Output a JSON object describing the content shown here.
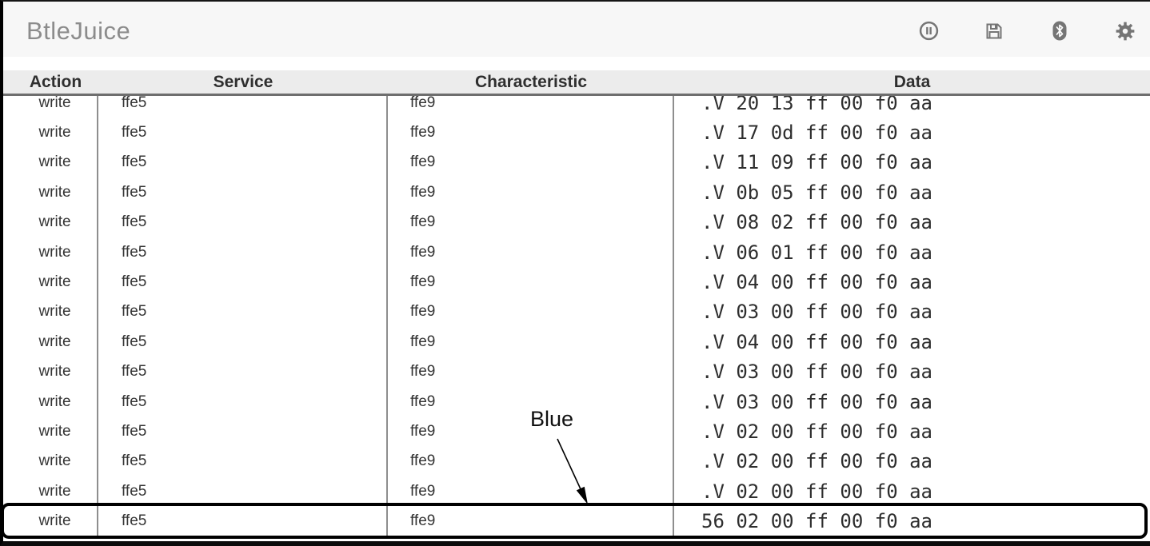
{
  "app": {
    "title": "BtleJuice"
  },
  "toolbar": {
    "icons": [
      {
        "name": "pause-circle-icon"
      },
      {
        "name": "save-icon"
      },
      {
        "name": "bluetooth-icon"
      },
      {
        "name": "settings-icon"
      }
    ]
  },
  "table": {
    "columns": [
      "Action",
      "Service",
      "Characteristic",
      "Data"
    ],
    "rows": [
      {
        "action": "write",
        "service": "ffe5",
        "characteristic": "ffe9",
        "data": ".V 20 13 ff 00 f0 aa",
        "highlighted": false
      },
      {
        "action": "write",
        "service": "ffe5",
        "characteristic": "ffe9",
        "data": ".V 17 0d ff 00 f0 aa",
        "highlighted": false
      },
      {
        "action": "write",
        "service": "ffe5",
        "characteristic": "ffe9",
        "data": ".V 11 09 ff 00 f0 aa",
        "highlighted": false
      },
      {
        "action": "write",
        "service": "ffe5",
        "characteristic": "ffe9",
        "data": ".V 0b 05 ff 00 f0 aa",
        "highlighted": false
      },
      {
        "action": "write",
        "service": "ffe5",
        "characteristic": "ffe9",
        "data": ".V 08 02 ff 00 f0 aa",
        "highlighted": false
      },
      {
        "action": "write",
        "service": "ffe5",
        "characteristic": "ffe9",
        "data": ".V 06 01 ff 00 f0 aa",
        "highlighted": false
      },
      {
        "action": "write",
        "service": "ffe5",
        "characteristic": "ffe9",
        "data": ".V 04 00 ff 00 f0 aa",
        "highlighted": false
      },
      {
        "action": "write",
        "service": "ffe5",
        "characteristic": "ffe9",
        "data": ".V 03 00 ff 00 f0 aa",
        "highlighted": false
      },
      {
        "action": "write",
        "service": "ffe5",
        "characteristic": "ffe9",
        "data": ".V 04 00 ff 00 f0 aa",
        "highlighted": false
      },
      {
        "action": "write",
        "service": "ffe5",
        "characteristic": "ffe9",
        "data": ".V 03 00 ff 00 f0 aa",
        "highlighted": false
      },
      {
        "action": "write",
        "service": "ffe5",
        "characteristic": "ffe9",
        "data": ".V 03 00 ff 00 f0 aa",
        "highlighted": false
      },
      {
        "action": "write",
        "service": "ffe5",
        "characteristic": "ffe9",
        "data": ".V 02 00 ff 00 f0 aa",
        "highlighted": false
      },
      {
        "action": "write",
        "service": "ffe5",
        "characteristic": "ffe9",
        "data": ".V 02 00 ff 00 f0 aa",
        "highlighted": false
      },
      {
        "action": "write",
        "service": "ffe5",
        "characteristic": "ffe9",
        "data": ".V 02 00 ff 00 f0 aa",
        "highlighted": false
      },
      {
        "action": "write",
        "service": "ffe5",
        "characteristic": "ffe9",
        "data": "56 02 00 ff 00 f0 aa",
        "highlighted": true
      }
    ]
  },
  "annotation": {
    "label": "Blue"
  },
  "colors": {
    "appbar_bg": "#f7f7f7",
    "table_header_bg": "#ececec",
    "title_text": "#8c8c8c",
    "icon_gray": "#757575",
    "separator_gray": "#8e8e8e",
    "highlight_border": "#000000"
  }
}
